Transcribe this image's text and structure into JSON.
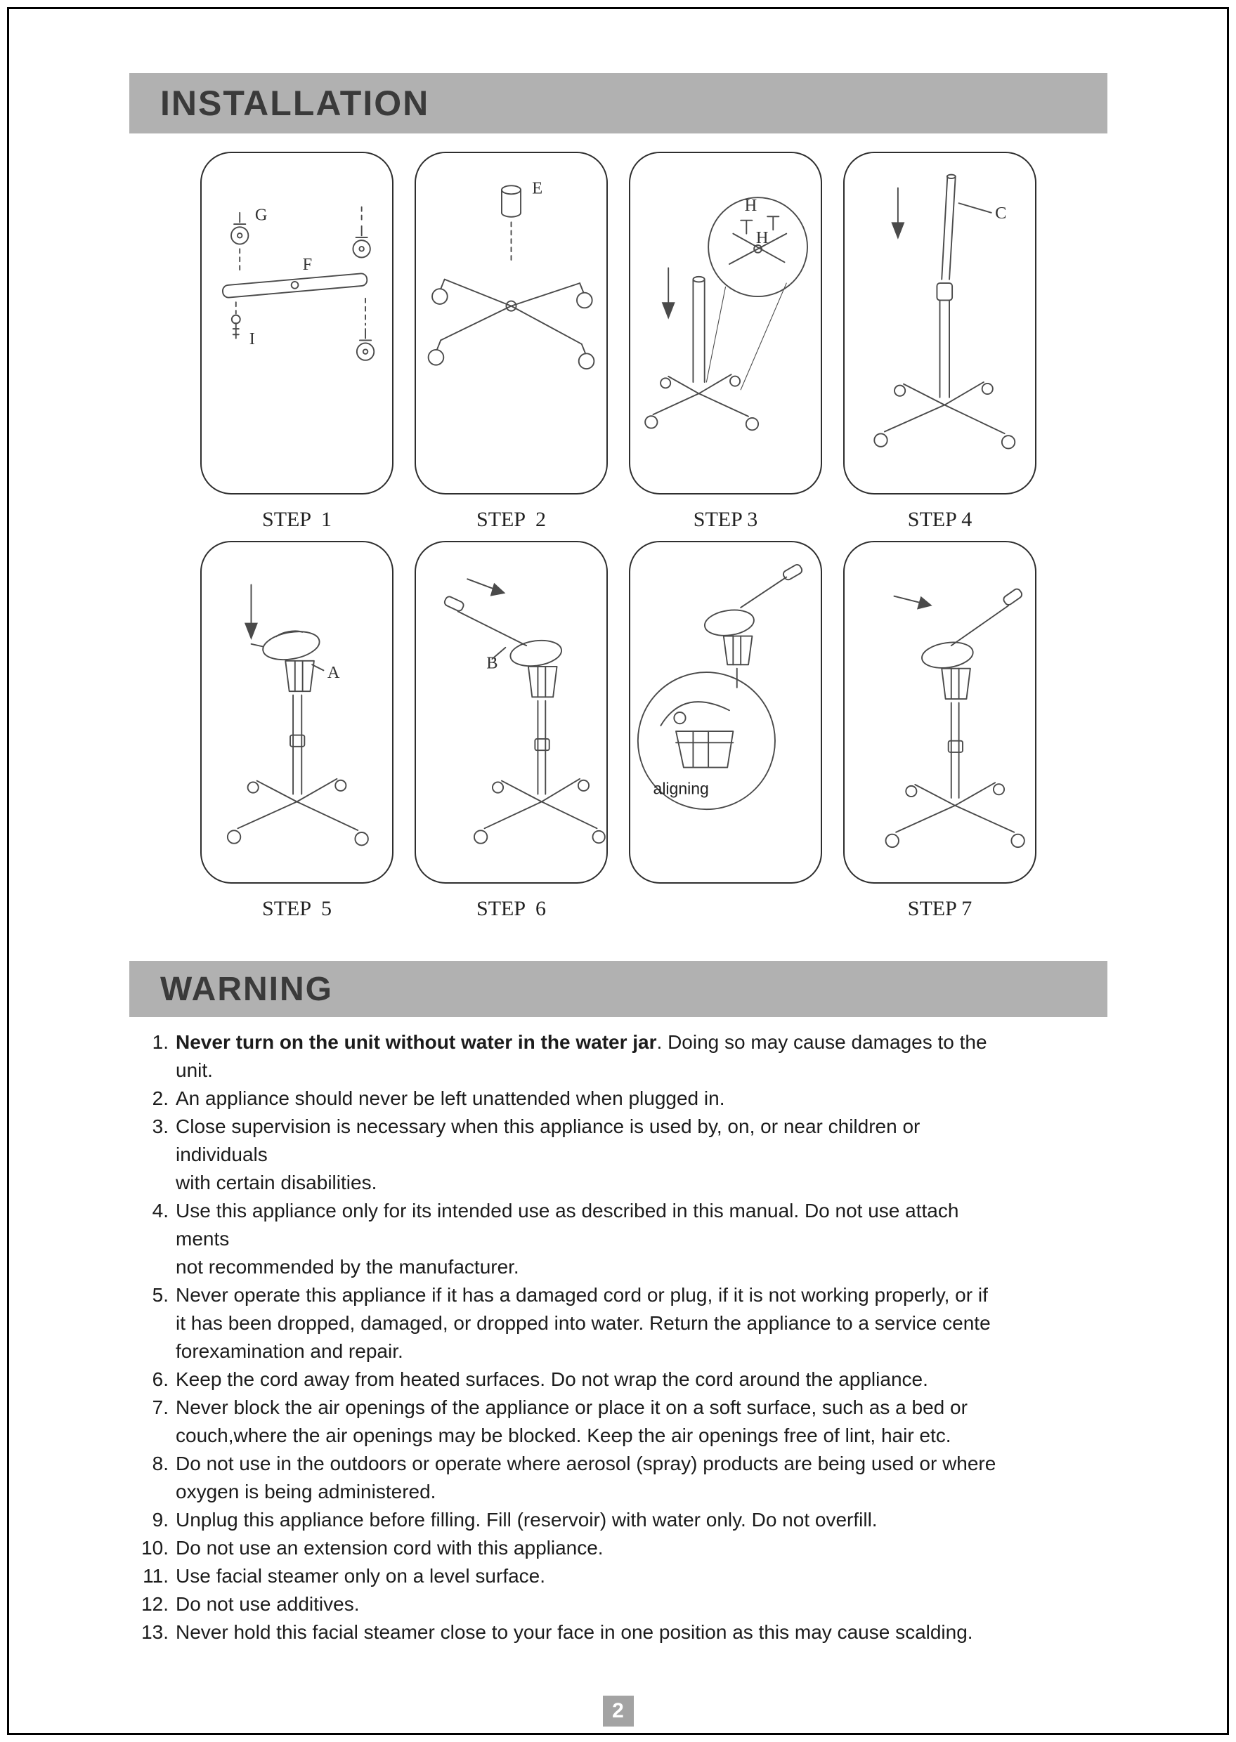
{
  "colors": {
    "header_bg": "#b1b1b1",
    "header_text": "#3a3a3a",
    "page_num_bg": "#a3a3a3"
  },
  "installation": {
    "title": "INSTALLATION"
  },
  "steps": {
    "captions_row1": [
      "STEP  1",
      "STEP  2",
      "STEP 3",
      "STEP 4"
    ],
    "captions_row2": [
      "STEP  5",
      "STEP  6",
      "",
      "STEP 7"
    ],
    "labels": {
      "g": "G",
      "f": "F",
      "i": "I",
      "e": "E",
      "h_upper": "H",
      "h_lower": "H",
      "c": "C",
      "a": "A",
      "b": "B",
      "aligning": "aligning"
    }
  },
  "warning": {
    "title": "WARNING",
    "items": [
      {
        "num": "1.",
        "bold": "Never turn on the unit without water in the water jar",
        "text": ". Doing so may cause damages to the\nunit."
      },
      {
        "num": "2.",
        "text": "An appliance should never be left unattended when plugged in."
      },
      {
        "num": "3.",
        "text": "Close supervision is necessary when this appliance is used by, on, or near children or\nindividuals\nwith certain disabilities."
      },
      {
        "num": "4.",
        "text": "Use this appliance only for its intended use as described in this manual. Do not use attach\nments\nnot recommended by the manufacturer."
      },
      {
        "num": "5.",
        "text": "Never operate this appliance if it has a damaged cord or plug, if it is not working properly, or if\nit has been dropped, damaged, or dropped into water. Return the appliance to a service cente\nforexamination and repair."
      },
      {
        "num": "6.",
        "text": "Keep the cord away from heated surfaces. Do not wrap the cord around the appliance."
      },
      {
        "num": "7.",
        "text": "Never block the air openings of the appliance or place it on a soft surface, such as a bed or\ncouch,where the air openings may be blocked. Keep the air openings free of lint, hair etc."
      },
      {
        "num": "8.",
        "text": "Do not use in the outdoors or operate where aerosol (spray) products are being used or where\noxygen is being administered."
      },
      {
        "num": "9.",
        "text": "Unplug this appliance before filling. Fill (reservoir) with water only. Do not overfill."
      },
      {
        "num": "10.",
        "text": "Do not use an extension cord with this appliance."
      },
      {
        "num": "11.",
        "text": "Use facial steamer only on a level surface."
      },
      {
        "num": "12.",
        "text": "Do not use additives."
      },
      {
        "num": "13.",
        "text": "Never hold this facial steamer close to your face in one position as this may cause scalding."
      }
    ]
  },
  "page_number": "2"
}
